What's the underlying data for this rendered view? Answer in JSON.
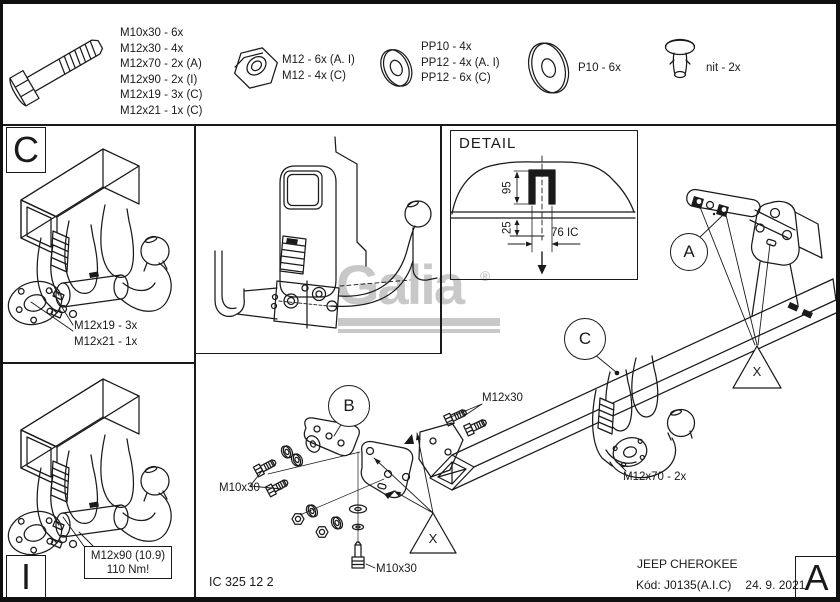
{
  "watermark": {
    "brand": "Galia",
    "registered": "®"
  },
  "hardware_list": {
    "bolts": [
      "M10x30 - 6x",
      "M12x30 - 4x",
      "M12x70 - 2x (A)",
      "M12x90 - 2x (I)",
      "M12x19 - 3x (C)",
      "M12x21 - 1x (C)"
    ],
    "nuts": [
      "M12 - 6x (A. I)",
      "M12 - 4x (C)"
    ],
    "spring_washers": [
      "PP10 - 4x",
      "PP12 - 4x (A. I)",
      "PP12 - 6x (C)"
    ],
    "flat_washer": "P10 - 6x",
    "rivet": "nit - 2x"
  },
  "legend_icons": {
    "bolt": "hex-bolt-icon",
    "nut": "hex-nut-icon",
    "spring_washer": "spring-washer-icon",
    "flat_washer": "flat-washer-icon",
    "rivet": "rivet-icon"
  },
  "section_letters": {
    "top_left": "C",
    "bottom_left": "I",
    "bottom_right": "A"
  },
  "callout_circles": {
    "a": "A",
    "b": "B",
    "c": "C"
  },
  "weld_mark": "X",
  "detail_view": {
    "title": "DETAIL",
    "dim_vertical": "95",
    "dim_lower": "25",
    "dim_width": "76 IC"
  },
  "part_labels": {
    "c_panel_line1": "M12x19 - 3x",
    "c_panel_line2": "M12x21 - 1x",
    "i_panel_torque1": "M12x90 (10.9)",
    "i_panel_torque2": "110 Nm!",
    "m12x30": "M12x30",
    "m10x30_left": "M10x30",
    "m10x30_bottom": "M10x30",
    "m12x70": "M12x70 - 2x"
  },
  "title_block": {
    "drawing_number": "IC 325 12 2",
    "vehicle": "JEEP CHEROKEE",
    "code": "Kód: J0135(A.I.C)",
    "date": "24. 9. 2021"
  }
}
